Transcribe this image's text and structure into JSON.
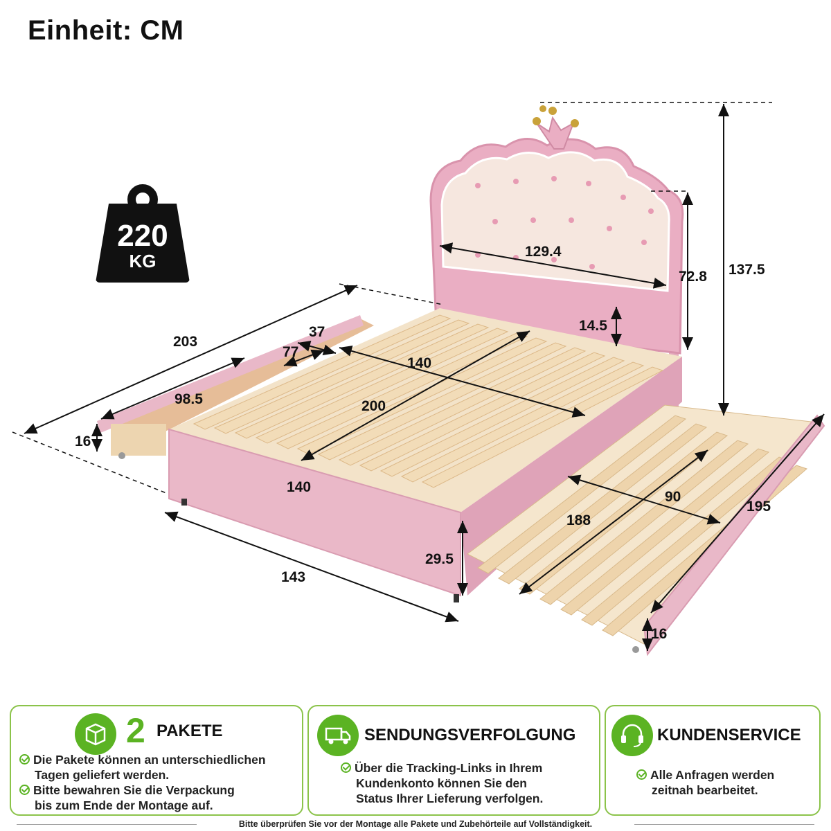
{
  "unit_label": "Einheit: CM",
  "weight": {
    "value": "220",
    "unit": "KG"
  },
  "dimensions": {
    "headboard_width": "129.4",
    "headboard_height": "72.8",
    "total_height": "137.5",
    "slat_clearance": "14.5",
    "bed_length": "203",
    "drawer_depth_small": "37",
    "drawer_width": "77",
    "mattress_width_top": "140",
    "mattress_length": "200",
    "drawer_length": "98.5",
    "drawer_height_left": "16",
    "mattress_width_front": "140",
    "bed_width": "143",
    "side_height": "29.5",
    "trundle_width": "90",
    "trundle_length_inner": "188",
    "trundle_length_outer": "195",
    "trundle_height": "16"
  },
  "panels": [
    {
      "big": "2",
      "title": "PAKETE",
      "icon": "package-icon",
      "lines": [
        "Die Pakete können an unterschiedlichen",
        "Tagen geliefert werden.",
        "Bitte bewahren Sie die Verpackung",
        "bis zum Ende der Montage auf."
      ]
    },
    {
      "title": "SENDUNGSVERFOLGUNG",
      "icon": "truck-icon",
      "lines": [
        "Über die Tracking-Links in Ihrem",
        "Kundenkonto können Sie den",
        "Status Ihrer Lieferung verfolgen."
      ]
    },
    {
      "title": "KUNDENSERVICE",
      "icon": "headset-icon",
      "lines": [
        "Alle Anfragen werden",
        "zeitnah bearbeitet."
      ]
    }
  ],
  "footer": "Bitte überprüfen Sie vor der Montage alle Pakete und Zubehörteile auf Vollständigkeit.",
  "colors": {
    "accent": "#5bb323",
    "border": "#8bc34a",
    "bed_pink": "#e9b8c8",
    "slat_wood": "#eed8b6"
  }
}
